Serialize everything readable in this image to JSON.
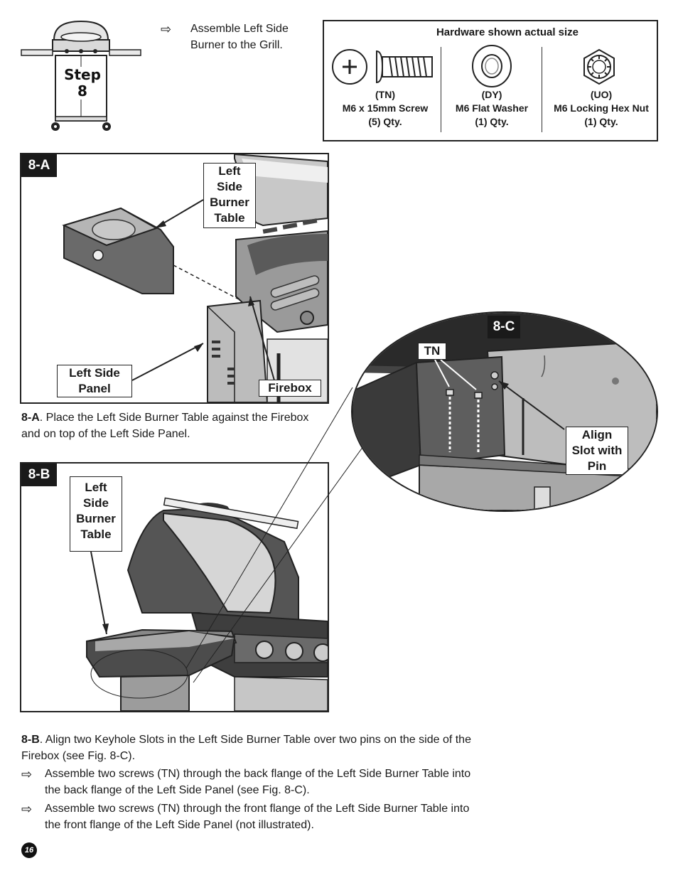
{
  "step": {
    "label": "Step",
    "number": "8"
  },
  "intro": {
    "arrow": "⇨",
    "text": "Assemble Left Side Burner to the Grill."
  },
  "hardware": {
    "title": "Hardware shown actual size",
    "items": [
      {
        "code": "(TN)",
        "name": "M6 x 15mm Screw",
        "qty": "(5) Qty.",
        "icon": "screw-icon"
      },
      {
        "code": "(DY)",
        "name": "M6 Flat Washer",
        "qty": "(1) Qty.",
        "icon": "washer-icon"
      },
      {
        "code": "(UO)",
        "name": "M6 Locking Hex Nut",
        "qty": "(1) Qty.",
        "icon": "hex-nut-icon"
      }
    ]
  },
  "fig_a": {
    "tag": "8-A",
    "callouts": {
      "table_l1": "Left",
      "table_l2": "Side",
      "table_l3": "Burner",
      "table_l4": "Table",
      "panel_l1": "Left Side",
      "panel_l2": "Panel",
      "firebox": "Firebox"
    },
    "caption_label": "8-A",
    "caption_text": ". Place the Left Side Burner Table against the Firebox and on top of the Left Side Panel."
  },
  "fig_b": {
    "tag": "8-B",
    "callouts": {
      "table_l1": "Left",
      "table_l2": "Side",
      "table_l3": "Burner",
      "table_l4": "Table"
    }
  },
  "fig_c": {
    "tag": "8-C",
    "callouts": {
      "tn": "TN",
      "align_l1": "Align",
      "align_l2": "Slot with",
      "align_l3": "Pin"
    }
  },
  "instructions": {
    "b_label": "8-B",
    "b_text": ". Align two Keyhole Slots in the Left Side Burner Table over two pins on the side of the Firebox (see Fig. 8-C).",
    "bullets": [
      "Assemble two screws (TN) through the back flange of the Left Side Burner Table into the back flange of the Left Side Panel (see Fig. 8-C).",
      "Assemble two screws (TN) through the front flange of the Left Side Burner Table into the front flange of the Left Side Panel (not illustrated)."
    ],
    "arrow": "⇨"
  },
  "page_number": "16"
}
